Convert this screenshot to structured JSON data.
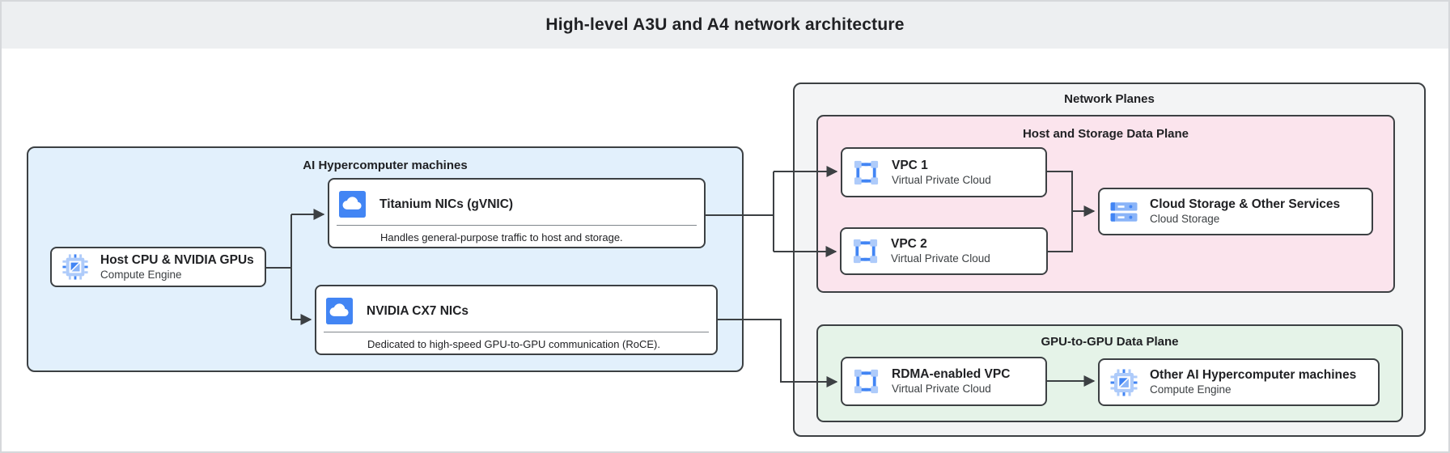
{
  "header": {
    "title": "High-level A3U and A4 network architecture"
  },
  "groups": {
    "ai_machines": {
      "label": "AI Hypercomputer machines"
    },
    "network_planes": {
      "label": "Network Planes"
    },
    "host_storage_plane": {
      "label": "Host and Storage Data Plane"
    },
    "gpu_plane": {
      "label": "GPU-to-GPU Data Plane"
    }
  },
  "nodes": {
    "host_cpu": {
      "title": "Host CPU & NVIDIA GPUs",
      "subtitle": "Compute Engine",
      "icon": "compute-engine-icon"
    },
    "titanium_nic": {
      "title": "Titanium NICs (gVNIC)",
      "description": "Handles general-purpose traffic to host and storage.",
      "icon": "cloud-icon"
    },
    "cx7_nic": {
      "title": "NVIDIA CX7 NICs",
      "description": "Dedicated to high-speed GPU-to-GPU communication (RoCE).",
      "icon": "cloud-icon"
    },
    "vpc1": {
      "title": "VPC 1",
      "subtitle": "Virtual Private Cloud",
      "icon": "vpc-icon"
    },
    "vpc2": {
      "title": "VPC 2",
      "subtitle": "Virtual Private Cloud",
      "icon": "vpc-icon"
    },
    "cloud_storage": {
      "title": "Cloud Storage & Other Services",
      "subtitle": "Cloud Storage",
      "icon": "cloud-storage-icon"
    },
    "rdma_vpc": {
      "title": "RDMA-enabled VPC",
      "subtitle": "Virtual Private Cloud",
      "icon": "vpc-icon"
    },
    "other_machines": {
      "title": "Other AI Hypercomputer machines",
      "subtitle": "Compute Engine",
      "icon": "compute-engine-icon"
    }
  },
  "colors": {
    "frame_border": "#d6d8db",
    "titlebar_bg": "#edeff1",
    "canvas_bg": "#ffffff",
    "line": "#3c4043",
    "group_blue_bg": "#e2f0fc",
    "group_gray_bg": "#f3f4f5",
    "group_pink_bg": "#fbe4ed",
    "group_green_bg": "#e5f3e8",
    "node_bg": "#ffffff",
    "title_text": "#202124",
    "subtitle_text": "#3c4043",
    "icon_blue": "#4285f4",
    "icon_light_blue": "#aecbfa",
    "separator": "#80868b"
  }
}
